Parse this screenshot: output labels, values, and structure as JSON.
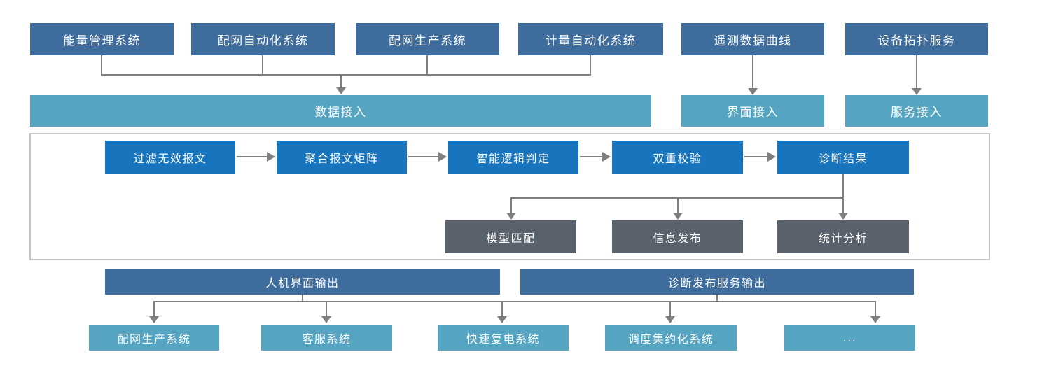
{
  "colors": {
    "dark_blue": "#3E6D9D",
    "teal": "#55A5C2",
    "bright_blue": "#1874BC",
    "slate_gray": "#59616C",
    "arrow_gray": "#7F7F7F",
    "container_border": "#C6C6C6"
  },
  "sources": [
    "能量管理系统",
    "配网自动化系统",
    "配网生产系统",
    "计量自动化系统",
    "遥测数据曲线",
    "设备拓扑服务"
  ],
  "access": [
    "数据接入",
    "界面接入",
    "服务接入"
  ],
  "pipeline": [
    "过滤无效报文",
    "聚合报文矩阵",
    "智能逻辑判定",
    "双重校验",
    "诊断结果"
  ],
  "results": [
    "模型匹配",
    "信息发布",
    "统计分析"
  ],
  "outputs": [
    "人机界面输出",
    "诊断发布服务输出"
  ],
  "consumers": [
    "配网生产系统",
    "客服系统",
    "快速复电系统",
    "调度集约化系统",
    "..."
  ]
}
